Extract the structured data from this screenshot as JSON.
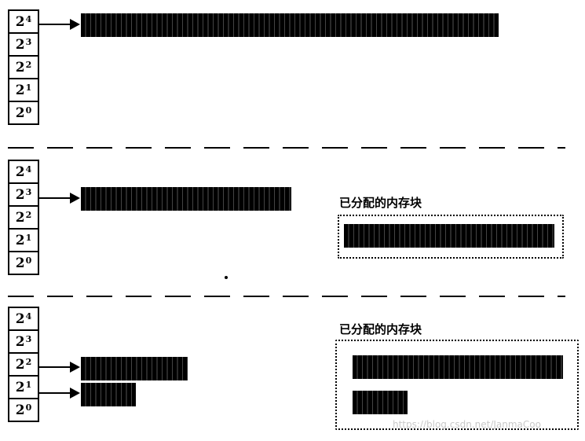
{
  "levels": [
    {
      "base": "2",
      "exp": "4"
    },
    {
      "base": "2",
      "exp": "3"
    },
    {
      "base": "2",
      "exp": "2"
    },
    {
      "base": "2",
      "exp": "1"
    },
    {
      "base": "2",
      "exp": "0"
    }
  ],
  "allocated_label": "已分配的内存块",
  "watermark": "https://blog.csdn.net/JanmaCoo"
}
